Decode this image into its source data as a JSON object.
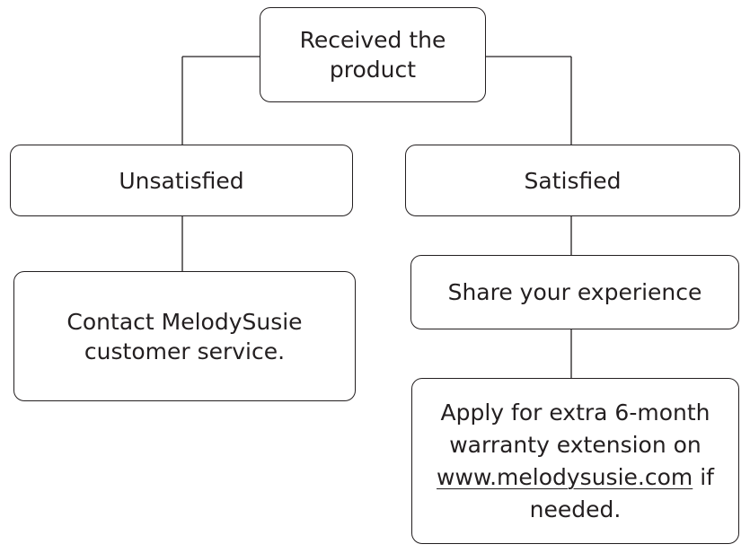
{
  "nodes": {
    "root": {
      "line1": "Received the",
      "line2": "product"
    },
    "unsatisfied": {
      "label": "Unsatisfied"
    },
    "satisfied": {
      "label": "Satisfied"
    },
    "contact": {
      "line1": "Contact MelodySusie",
      "line2": "customer service."
    },
    "share": {
      "label": "Share your experience"
    },
    "apply": {
      "line1": "Apply for extra 6-month",
      "line2": "warranty extension on",
      "link": "www.melodysusie.com",
      "after_link": " if",
      "line4": "needed."
    }
  },
  "colors": {
    "stroke": "#231f20",
    "background": "#ffffff"
  }
}
